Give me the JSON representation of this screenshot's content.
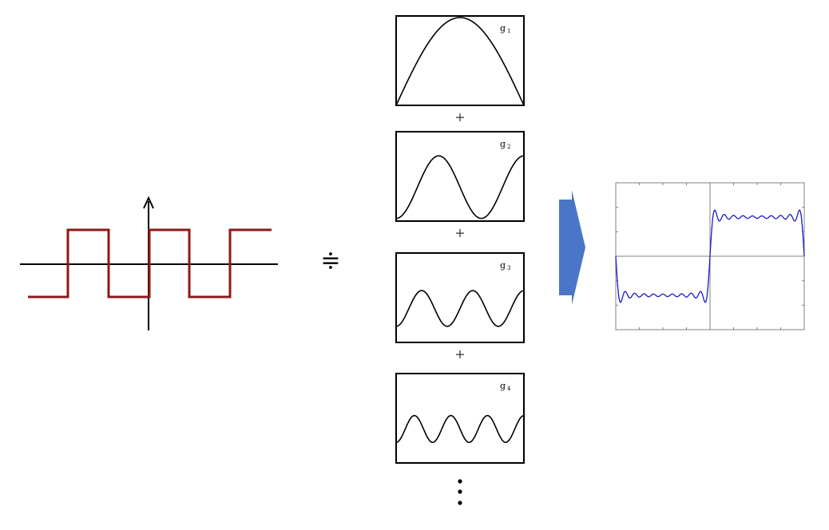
{
  "colors": {
    "square_wave": "#8b1a1a",
    "axes": "#000000",
    "arrow": "#4a76c8",
    "approx_wave": "#1a1acc",
    "approx_grid": "#808080"
  },
  "relation_symbol": "≑",
  "plus_sign": "+",
  "panels": [
    {
      "label": "g",
      "subscript": "1",
      "cycles": 1,
      "amplitude": 0.5
    },
    {
      "label": "g",
      "subscript": "2",
      "cycles": 3,
      "amplitude": 0.35
    },
    {
      "label": "g",
      "subscript": "3",
      "cycles": 5,
      "amplitude": 0.2
    },
    {
      "label": "g",
      "subscript": "4",
      "cycles": 7,
      "amplitude": 0.15
    }
  ],
  "continuation": "vertical-ellipsis",
  "icons": {
    "arrow": "right-arrow-icon"
  }
}
